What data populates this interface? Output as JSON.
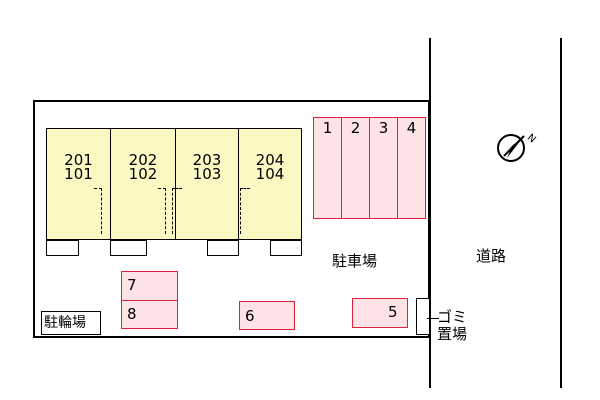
{
  "units": [
    {
      "upper": "201",
      "lower": "101"
    },
    {
      "upper": "202",
      "lower": "102"
    },
    {
      "upper": "203",
      "lower": "103"
    },
    {
      "upper": "204",
      "lower": "104"
    }
  ],
  "parking": {
    "top_row": [
      "1",
      "2",
      "3",
      "4"
    ],
    "space_5": "5",
    "space_6": "6",
    "space_7": "7",
    "space_8": "8"
  },
  "labels": {
    "parking_lot": "駐車場",
    "road": "道路",
    "bicycle_parking": "駐輪場",
    "garbage_line1": "ゴミ",
    "garbage_line2": "置場"
  },
  "compass": {
    "north_label": "N"
  },
  "colors": {
    "unit_fill": "#fbf8c4",
    "parking_border": "#e0203c",
    "parking_fill": "#fde2e6"
  }
}
